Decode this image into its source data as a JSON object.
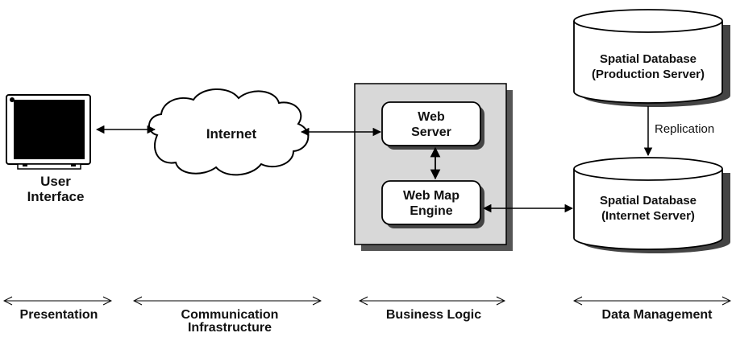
{
  "nodes": {
    "user_interface": {
      "label_line1": "User",
      "label_line2": "Interface"
    },
    "internet": {
      "label": "Internet"
    },
    "web_server": {
      "label_line1": "Web",
      "label_line2": "Server"
    },
    "web_map_engine": {
      "label_line1": "Web Map",
      "label_line2": "Engine"
    },
    "production_db": {
      "label_line1": "Spatial Database",
      "label_line2": "(Production Server)"
    },
    "internet_db": {
      "label_line1": "Spatial Database",
      "label_line2": "(Internet Server)"
    }
  },
  "edges": {
    "replication": {
      "label": "Replication"
    }
  },
  "tiers": [
    {
      "label_line1": "Presentation",
      "label_line2": ""
    },
    {
      "label_line1": "Communication",
      "label_line2": "Infrastructure"
    },
    {
      "label_line1": "Business Logic",
      "label_line2": ""
    },
    {
      "label_line1": "Data Management",
      "label_line2": ""
    }
  ]
}
